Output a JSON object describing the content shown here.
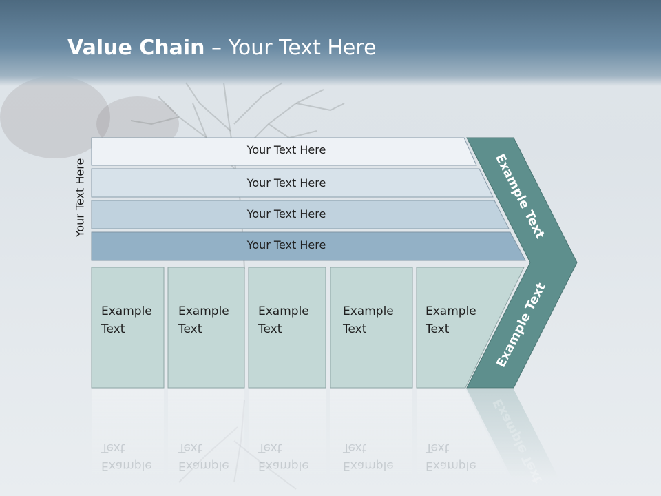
{
  "title": {
    "bold": "Value Chain",
    "rest": " – Your Text Here"
  },
  "side_label": "Your Text Here",
  "bars": [
    "Your Text Here",
    "Your Text Here",
    "Your Text Here",
    "Your Text Here"
  ],
  "columns": [
    {
      "line1": "Example",
      "line2": "Text"
    },
    {
      "line1": "Example",
      "line2": "Text"
    },
    {
      "line1": "Example",
      "line2": "Text"
    },
    {
      "line1": "Example",
      "line2": "Text"
    },
    {
      "line1": "Example",
      "line2": "Text"
    }
  ],
  "chevron": {
    "upper": "Example Text",
    "lower": "Example Text"
  },
  "colors": {
    "bar1": "#eef2f6",
    "bar2": "#d7e2ea",
    "bar3": "#c0d2de",
    "bar4": "#93b1c6",
    "column": "#c3d8d6",
    "chevron": "#5e8f8d"
  }
}
